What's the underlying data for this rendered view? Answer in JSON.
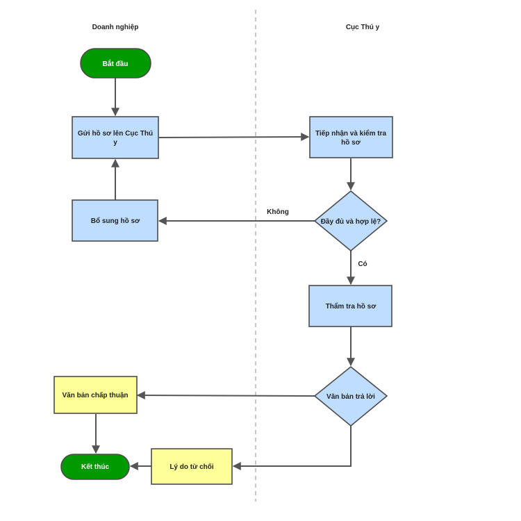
{
  "lanes": {
    "left": "Doanh nghiệp",
    "right": "Cục Thú y"
  },
  "nodes": {
    "start": "Bắt đầu",
    "submit_line1": "Gửi hồ sơ lên Cục Thú",
    "submit_line2": "y",
    "receive_line1": "Tiếp nhận và kiểm tra",
    "receive_line2": "hồ sơ",
    "check_valid": "Đầy đủ và hợp lệ?",
    "supplement": "Bổ sung hồ sơ",
    "appraise": "Thẩm tra hồ sơ",
    "reply_decision": "Văn bản trả lời",
    "approval": "Văn bản chấp thuận",
    "reject_reason": "Lý do từ chối",
    "end": "Kết thúc"
  },
  "edges": {
    "no_label": "Không",
    "yes_label": "Có"
  },
  "colors": {
    "process_fill": "#bfdeff",
    "outcome_fill": "#ffff99",
    "terminal_fill": "#009900",
    "line": "#555555"
  }
}
